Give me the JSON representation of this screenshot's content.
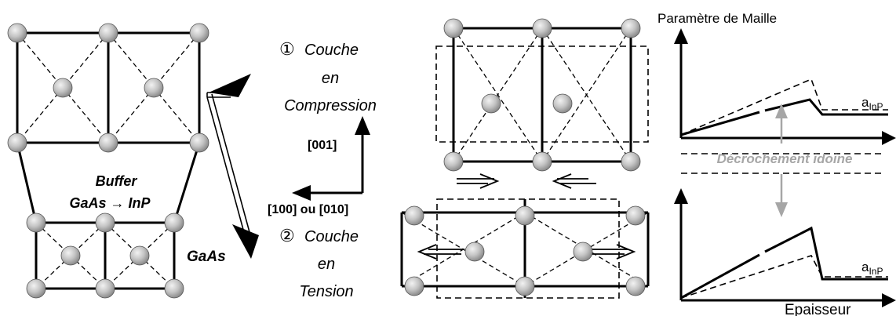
{
  "labels": {
    "buffer_line1": "Buffer",
    "buffer_line2": "GaAs → InP",
    "gaas": "GaAs",
    "num1": "①",
    "num2": "②",
    "couche1": "Couche",
    "en1": "en",
    "compression": "Compression",
    "couche2": "Couche",
    "en2": "en",
    "tension": "Tension",
    "dir_001": "[001]",
    "dir_100": "[100] ou [010]",
    "param_maille": "Paramètre de Maille",
    "decrochement": "Décrochement idoine",
    "epaisseur": "Epaisseur",
    "a_main": "a",
    "a_sub": "InP",
    "a2_main": "a",
    "a2_sub": "InP"
  },
  "chart_data": [
    {
      "type": "line",
      "ylabel": "Paramètre de Maille",
      "xlabel": "",
      "annotation": "aInP"
    },
    {
      "type": "line",
      "ylabel": "",
      "xlabel": "Epaisseur",
      "annotation": "aInP"
    }
  ],
  "colors": {
    "atom": "#bdbdbd",
    "line": "#000000",
    "gray_annotation": "#a6a6a6"
  }
}
